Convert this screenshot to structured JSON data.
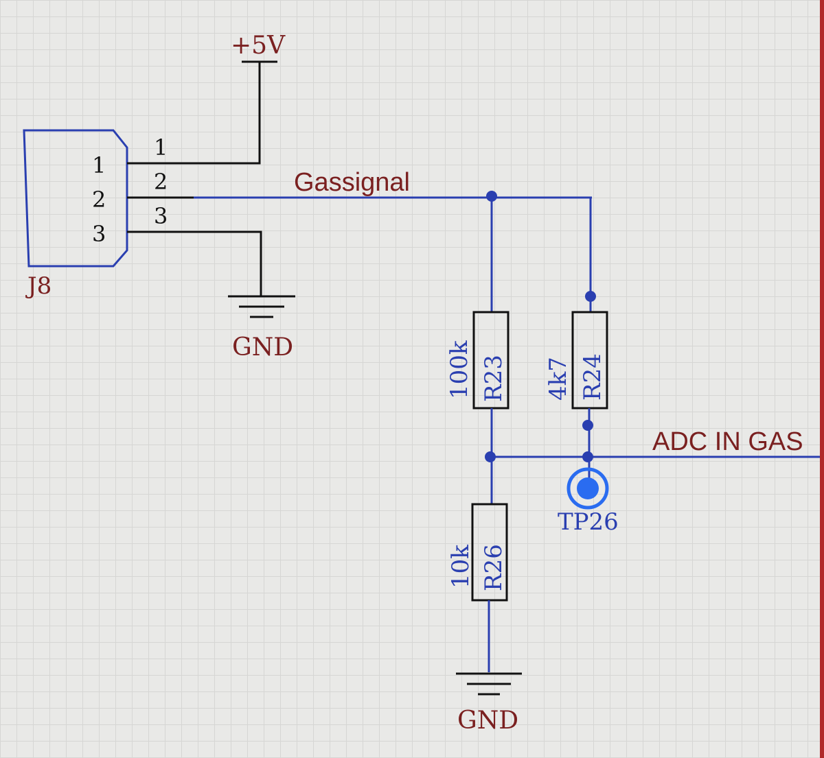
{
  "colors": {
    "background": "#e9e9e7",
    "wire": "#2a3fb0",
    "black_wire": "#111111",
    "label_red": "#7a2020",
    "label_blue": "#2a3fb0",
    "testpoint": "#2a6cf0"
  },
  "connector": {
    "designator": "J8",
    "pins_inside": [
      "1",
      "2",
      "3"
    ],
    "pins_outside": [
      "1",
      "2",
      "3"
    ]
  },
  "power": {
    "vcc_label": "+5V",
    "gnd_label_top": "GND",
    "gnd_label_bottom": "GND"
  },
  "nets": {
    "signal": "Gassignal",
    "adc": "ADC IN GAS"
  },
  "resistors": [
    {
      "designator": "R23",
      "value": "100k"
    },
    {
      "designator": "R24",
      "value": "4k7"
    },
    {
      "designator": "R26",
      "value": "10k"
    }
  ],
  "testpoint": {
    "designator": "TP26"
  }
}
